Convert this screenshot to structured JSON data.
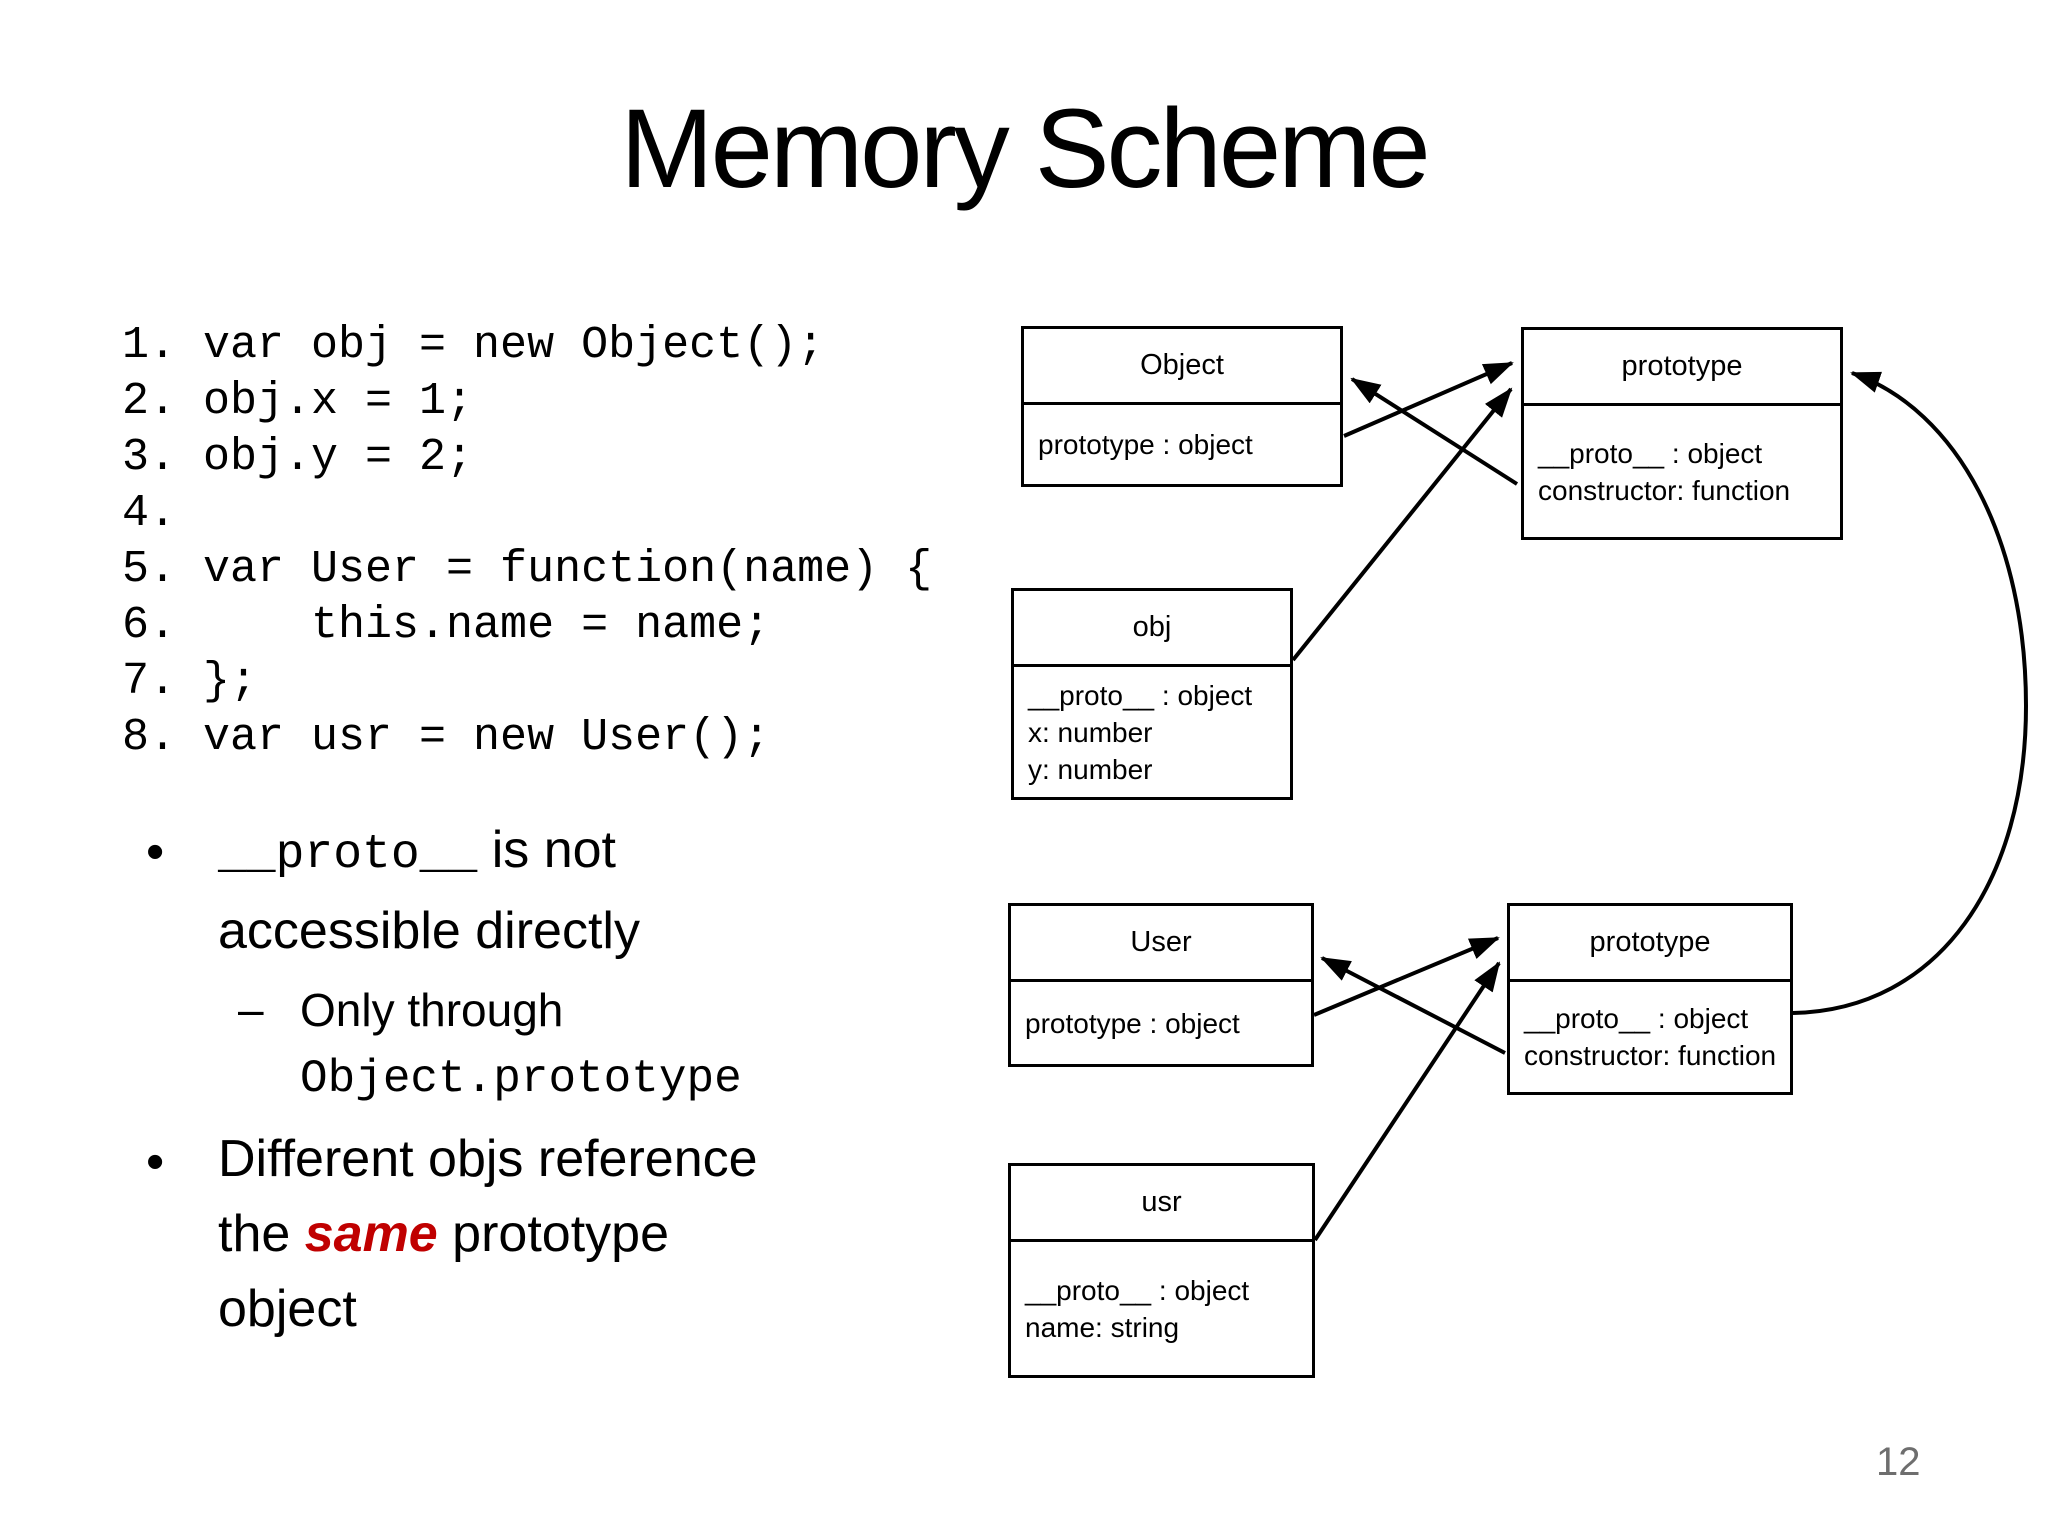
{
  "slide": {
    "title": "Memory Scheme",
    "page_number": "12"
  },
  "code": {
    "lines": [
      "1. var obj = new Object();",
      "2. obj.x = 1;",
      "3. obj.y = 2;",
      "4.",
      "5. var User = function(name) {",
      "6.     this.name = name;",
      "7. };",
      "8. var usr = new User();"
    ]
  },
  "bullets": {
    "marker": "•",
    "sub_marker": "–",
    "b1": {
      "code": "__proto__",
      "rest": " is not accessible directly"
    },
    "b1_sub": {
      "plain": "Only through ",
      "code": "Object.prototype"
    },
    "b2": {
      "pre": "Different objs reference the ",
      "em": "same",
      "post": " prototype object"
    }
  },
  "diagram": {
    "boxes": [
      {
        "id": "object",
        "title": "Object",
        "fields": [
          "prototype : object"
        ]
      },
      {
        "id": "proto-top",
        "title": "prototype",
        "fields": [
          "__proto__ : object",
          "constructor: function"
        ]
      },
      {
        "id": "obj",
        "title": "obj",
        "fields": [
          "__proto__ : object",
          "x: number",
          "y: number"
        ]
      },
      {
        "id": "user",
        "title": "User",
        "fields": [
          "prototype : object"
        ]
      },
      {
        "id": "proto-bottom",
        "title": "prototype",
        "fields": [
          "__proto__ : object",
          "constructor: function"
        ]
      },
      {
        "id": "usr",
        "title": "usr",
        "fields": [
          "__proto__ : object",
          "name: string"
        ]
      }
    ]
  },
  "colors": {
    "accent_red": "#c00000",
    "page_number_gray": "#6e6e6e",
    "line_black": "#000000"
  }
}
